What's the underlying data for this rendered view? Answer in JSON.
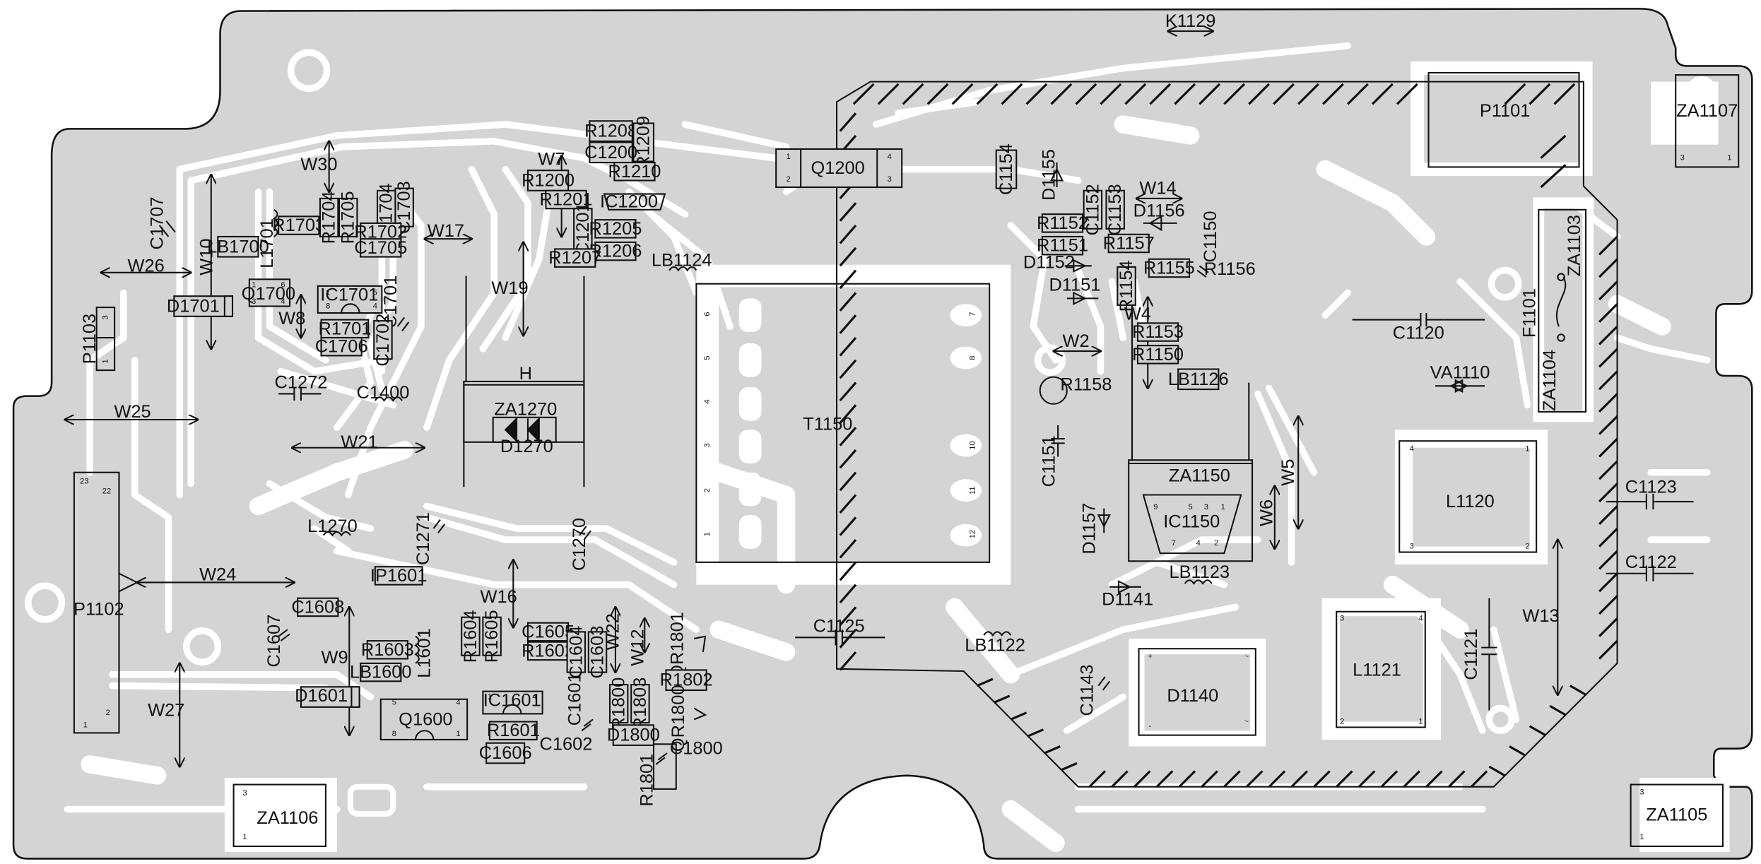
{
  "diagram": {
    "type": "pcb-silkscreen",
    "colors": {
      "board": "#d4d4d4",
      "copper": "#ffffff",
      "ink": "#111111"
    },
    "components": [
      {
        "id": "k1129",
        "label": "K1129"
      },
      {
        "id": "za1107",
        "label": "ZA1107",
        "pins": [
          "3",
          "1"
        ]
      },
      {
        "id": "p1101",
        "label": "P1101"
      },
      {
        "id": "q1200",
        "label": "Q1200",
        "pins": [
          "1",
          "2",
          "4",
          "3"
        ]
      },
      {
        "id": "c1154",
        "label": "C1154"
      },
      {
        "id": "d1155",
        "label": "D1155"
      },
      {
        "id": "w14",
        "label": "W14"
      },
      {
        "id": "d1156",
        "label": "D1156"
      },
      {
        "id": "c1152",
        "label": "C1152"
      },
      {
        "id": "c1153",
        "label": "C1153"
      },
      {
        "id": "r1152",
        "label": "R1152"
      },
      {
        "id": "r1151",
        "label": "R1151"
      },
      {
        "id": "r1157",
        "label": "R1157"
      },
      {
        "id": "c1150",
        "label": "C1150"
      },
      {
        "id": "d1152",
        "label": "D1152"
      },
      {
        "id": "r1155",
        "label": "R1155"
      },
      {
        "id": "r1156",
        "label": "R1156"
      },
      {
        "id": "d1151",
        "label": "D1151"
      },
      {
        "id": "r1154",
        "label": "R1154"
      },
      {
        "id": "w4",
        "label": "W4"
      },
      {
        "id": "r1153",
        "label": "R1153"
      },
      {
        "id": "r1150",
        "label": "R1150"
      },
      {
        "id": "w2",
        "label": "W2"
      },
      {
        "id": "lb1126",
        "label": "LB1126"
      },
      {
        "id": "r1158",
        "label": "R1158"
      },
      {
        "id": "za1103",
        "label": "ZA1103"
      },
      {
        "id": "f1101",
        "label": "F1101"
      },
      {
        "id": "za1104",
        "label": "ZA1104"
      },
      {
        "id": "c1120",
        "label": "C1120"
      },
      {
        "id": "va1110",
        "label": "VA1110"
      },
      {
        "id": "l1120",
        "label": "L1120",
        "pins": [
          "4",
          "1",
          "3",
          "2"
        ]
      },
      {
        "id": "c1123",
        "label": "C1123"
      },
      {
        "id": "c1122",
        "label": "C1122"
      },
      {
        "id": "w13",
        "label": "W13"
      },
      {
        "id": "c1121",
        "label": "C1121"
      },
      {
        "id": "l1121",
        "label": "L1121",
        "pins": [
          "3",
          "4",
          "2",
          "1"
        ]
      },
      {
        "id": "za1105",
        "label": "ZA1105",
        "pins": [
          "3",
          "1"
        ]
      },
      {
        "id": "za1150",
        "label": "ZA1150"
      },
      {
        "id": "ic1150",
        "label": "IC1150",
        "pins": [
          "9",
          "5",
          "3",
          "1",
          "7",
          "4",
          "2"
        ]
      },
      {
        "id": "w5",
        "label": "W5"
      },
      {
        "id": "w6",
        "label": "W6"
      },
      {
        "id": "c1151",
        "label": "C1151"
      },
      {
        "id": "d1157",
        "label": "D1157"
      },
      {
        "id": "d1141",
        "label": "D1141"
      },
      {
        "id": "lb1123",
        "label": "LB1123"
      },
      {
        "id": "c1143",
        "label": "C1143"
      },
      {
        "id": "d1140",
        "label": "D1140",
        "pins": [
          "+",
          "~",
          "-",
          "~"
        ]
      },
      {
        "id": "lb1122",
        "label": "LB1122"
      },
      {
        "id": "c1125",
        "label": "C1125"
      },
      {
        "id": "t1150",
        "label": "T1150",
        "pins": [
          "6",
          "5",
          "4",
          "3",
          "2",
          "1",
          "7",
          "8",
          "10",
          "11",
          "12"
        ]
      },
      {
        "id": "lb1124",
        "label": "LB1124"
      },
      {
        "id": "r1208",
        "label": "R1208"
      },
      {
        "id": "r1209",
        "label": "R1209"
      },
      {
        "id": "c1200",
        "label": "C1200"
      },
      {
        "id": "r1210",
        "label": "R1210"
      },
      {
        "id": "w7",
        "label": "W7"
      },
      {
        "id": "r1200",
        "label": "R1200"
      },
      {
        "id": "ic1200",
        "label": "IC1200"
      },
      {
        "id": "r1201",
        "label": "R1201"
      },
      {
        "id": "c1201",
        "label": "C1201"
      },
      {
        "id": "r1205",
        "label": "R1205"
      },
      {
        "id": "r1206",
        "label": "R1206"
      },
      {
        "id": "r1207",
        "label": "R1207"
      },
      {
        "id": "w19",
        "label": "W19"
      },
      {
        "id": "h",
        "label": "H"
      },
      {
        "id": "za1270",
        "label": "ZA1270"
      },
      {
        "id": "d1270",
        "label": "D1270"
      },
      {
        "id": "w30",
        "label": "W30"
      },
      {
        "id": "c1707",
        "label": "C1707"
      },
      {
        "id": "w10",
        "label": "W10"
      },
      {
        "id": "l1701",
        "label": "L1701"
      },
      {
        "id": "r1703",
        "label": "R1703"
      },
      {
        "id": "r1704",
        "label": "R1704"
      },
      {
        "id": "r1705",
        "label": "R1705"
      },
      {
        "id": "c1704",
        "label": "C1704"
      },
      {
        "id": "c1703",
        "label": "C1703"
      },
      {
        "id": "r1702",
        "label": "R1702"
      },
      {
        "id": "c1705",
        "label": "C1705"
      },
      {
        "id": "w17",
        "label": "W17"
      },
      {
        "id": "lb1700",
        "label": "LB1700"
      },
      {
        "id": "w26",
        "label": "W26"
      },
      {
        "id": "q1700",
        "label": "Q1700",
        "pins": [
          "1",
          "6",
          "3",
          "4"
        ]
      },
      {
        "id": "ic1701",
        "label": "IC1701",
        "pins": [
          "8",
          "1",
          "5",
          "4"
        ]
      },
      {
        "id": "c1701",
        "label": "C1701"
      },
      {
        "id": "d1701",
        "label": "D1701"
      },
      {
        "id": "w8",
        "label": "W8"
      },
      {
        "id": "r1701",
        "label": "R1701"
      },
      {
        "id": "c1706",
        "label": "C1706"
      },
      {
        "id": "c1702",
        "label": "C1702"
      },
      {
        "id": "p1103",
        "label": "P1103",
        "pins": [
          "3",
          "1"
        ]
      },
      {
        "id": "c1272",
        "label": "C1272"
      },
      {
        "id": "c1400",
        "label": "C1400"
      },
      {
        "id": "w25",
        "label": "W25"
      },
      {
        "id": "w21",
        "label": "W21"
      },
      {
        "id": "p1102",
        "label": "P1102",
        "pins": [
          "23",
          "22",
          "1",
          "2"
        ]
      },
      {
        "id": "l1270",
        "label": "L1270"
      },
      {
        "id": "c1271",
        "label": "C1271"
      },
      {
        "id": "c1270",
        "label": "C1270"
      },
      {
        "id": "w24",
        "label": "W24"
      },
      {
        "id": "ip1601",
        "label": "IP1601"
      },
      {
        "id": "w16",
        "label": "W16"
      },
      {
        "id": "c1608",
        "label": "C1608"
      },
      {
        "id": "c1607",
        "label": "C1607"
      },
      {
        "id": "w9",
        "label": "W9"
      },
      {
        "id": "r1603",
        "label": "R1603"
      },
      {
        "id": "l1601",
        "label": "L1601"
      },
      {
        "id": "r1604",
        "label": "R1604"
      },
      {
        "id": "r1605",
        "label": "R1605"
      },
      {
        "id": "c1605",
        "label": "C1605"
      },
      {
        "id": "r1602",
        "label": "R1602"
      },
      {
        "id": "c1604",
        "label": "C1604"
      },
      {
        "id": "c1603",
        "label": "C1603"
      },
      {
        "id": "w22",
        "label": "W22"
      },
      {
        "id": "w12",
        "label": "W12"
      },
      {
        "id": "qr1801",
        "label": "QR1801"
      },
      {
        "id": "lb1600",
        "label": "LB1600"
      },
      {
        "id": "w27",
        "label": "W27"
      },
      {
        "id": "d1601",
        "label": "D1601"
      },
      {
        "id": "q1600",
        "label": "Q1600",
        "pins": [
          "5",
          "4",
          "8",
          "1"
        ]
      },
      {
        "id": "ic1601",
        "label": "IC1601",
        "pins": [
          "1",
          "4"
        ]
      },
      {
        "id": "c1601",
        "label": "C1601"
      },
      {
        "id": "r1800",
        "label": "R1800"
      },
      {
        "id": "r1803",
        "label": "R1803"
      },
      {
        "id": "r1802",
        "label": "R1802"
      },
      {
        "id": "qr1800",
        "label": "QR1800"
      },
      {
        "id": "r1601",
        "label": "R1601"
      },
      {
        "id": "c1602",
        "label": "C1602"
      },
      {
        "id": "d1800",
        "label": "D1800"
      },
      {
        "id": "c1800",
        "label": "C1800"
      },
      {
        "id": "c1606",
        "label": "C1606"
      },
      {
        "id": "r1801",
        "label": "R1801"
      },
      {
        "id": "za1106",
        "label": "ZA1106",
        "pins": [
          "3",
          "1"
        ]
      }
    ]
  }
}
